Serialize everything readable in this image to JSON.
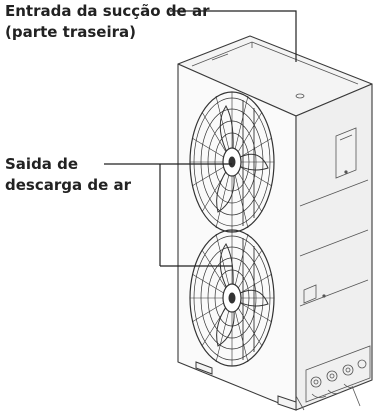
{
  "labels": {
    "intake_line1": "Entrada da sucção de ar",
    "intake_line2": "(parte traseira)",
    "outlet_line1": "Saida de",
    "outlet_line2": "descarga de ar"
  },
  "colors": {
    "text": "#222222",
    "outline": "#3a3a3a",
    "casing": "#f7f7f7",
    "casing_side": "#ededed"
  }
}
